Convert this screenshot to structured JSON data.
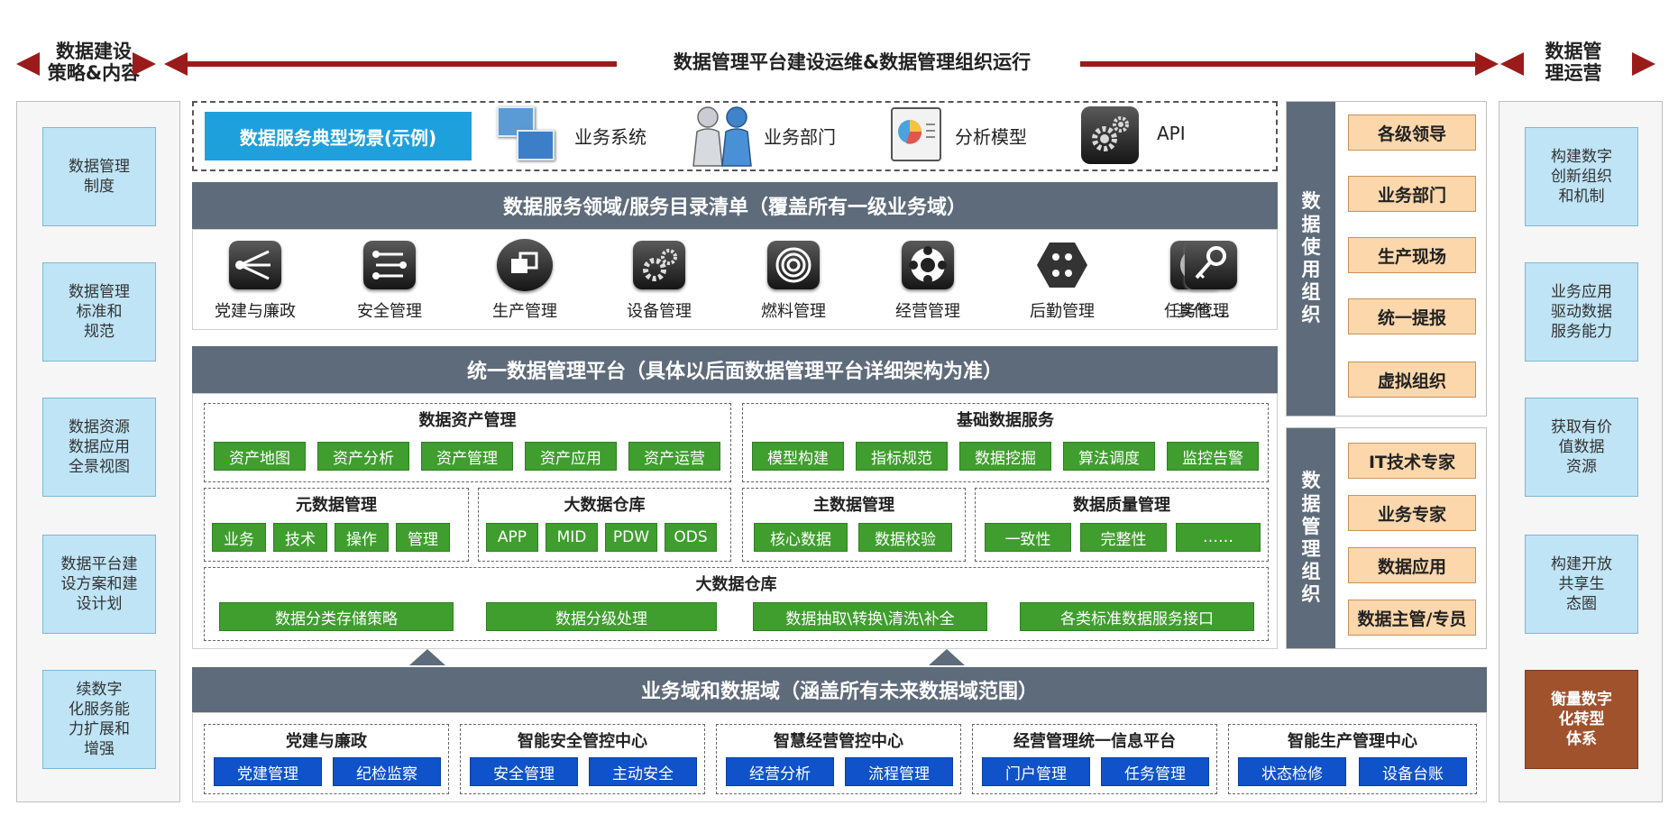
{
  "header": {
    "left_title": [
      "数据建设",
      "策略&内容"
    ],
    "center_title": "数据管理平台建设运维&数据管理组织运行",
    "right_title": [
      "数据管",
      "理运营"
    ]
  },
  "left_items": [
    [
      "数据管理",
      "制度"
    ],
    [
      "数据管理",
      "标准和",
      "规范"
    ],
    [
      "数据资源",
      "数据应用",
      "全景视图"
    ],
    [
      "数据平台建",
      "设方案和建",
      "设计划"
    ],
    [
      "续数字",
      "化服务能",
      "力扩展和",
      "增强"
    ]
  ],
  "scenarios": {
    "label": "数据服务典型场景(示例)",
    "items": [
      "业务系统",
      "业务部门",
      "分析模型",
      "API"
    ]
  },
  "services": {
    "title": "数据服务领域/服务目录清单（覆盖所有一级业务域）",
    "items": [
      "党建与廉政",
      "安全管理",
      "生产管理",
      "设备管理",
      "燃料管理",
      "经营管理",
      "后勤管理",
      "任务管理",
      "其他...."
    ]
  },
  "platform": {
    "title": "统一数据管理平台（具体以后面数据管理平台详细架构为准）",
    "asset": {
      "title": "数据资产管理",
      "items": [
        "资产地图",
        "资产分析",
        "资产管理",
        "资产应用",
        "资产运营"
      ]
    },
    "basic": {
      "title": "基础数据服务",
      "items": [
        "模型构建",
        "指标规范",
        "数据挖掘",
        "算法调度",
        "监控告警"
      ]
    },
    "meta": {
      "title": "元数据管理",
      "items": [
        "业务",
        "技术",
        "操作",
        "管理"
      ]
    },
    "bigdata": {
      "title": "大数据仓库",
      "items": [
        "APP",
        "MID",
        "PDW",
        "ODS"
      ]
    },
    "master": {
      "title": "主数据管理",
      "items": [
        "核心数据",
        "数据校验"
      ]
    },
    "quality": {
      "title": "数据质量管理",
      "items": [
        "一致性",
        "完整性",
        "……"
      ]
    },
    "warehouse": {
      "title": "大数据仓库",
      "items": [
        "数据分类存储策略",
        "数据分级处理",
        "数据抽取\\转换\\清洗\\补全",
        "各类标准数据服务接口"
      ]
    }
  },
  "domain": {
    "title": "业务域和数据域（涵盖所有未来数据域范围）",
    "groups": [
      {
        "title": "党建与廉政",
        "items": [
          "党建管理",
          "纪检监察"
        ]
      },
      {
        "title": "智能安全管控中心",
        "items": [
          "安全管理",
          "主动安全"
        ]
      },
      {
        "title": "智慧经营管控中心",
        "items": [
          "经营分析",
          "流程管理"
        ]
      },
      {
        "title": "经营管理统一信息平台",
        "items": [
          "门户管理",
          "任务管理"
        ]
      },
      {
        "title": "智能生产管理中心",
        "items": [
          "状态检修",
          "设备台账"
        ]
      }
    ]
  },
  "usage_org": {
    "title": [
      "数",
      "据",
      "使",
      "用",
      "组",
      "织"
    ],
    "items": [
      "各级领导",
      "业务部门",
      "生产现场",
      "统一提报",
      "虚拟组织"
    ]
  },
  "mgmt_org": {
    "title": [
      "数",
      "据",
      "管",
      "理",
      "组",
      "织"
    ],
    "items": [
      "IT技术专家",
      "业务专家",
      "数据应用",
      "数据主管/专员"
    ]
  },
  "right_items": [
    [
      "构建数字",
      "创新组织",
      "和机制"
    ],
    [
      "业务应用",
      "驱动数据",
      "服务能力"
    ],
    [
      "获取有价",
      "值数据",
      "资源"
    ],
    [
      "构建开放",
      "共享生",
      "态圈"
    ],
    [
      "衡量数字",
      "化转型",
      "体系"
    ]
  ],
  "colors": {
    "arrow": "#9b1b1b",
    "bar": "#5e6b7b",
    "green": "#3f9e2e",
    "blue": "#0f52c9",
    "side_box": "#bfe4f6",
    "orange": "#fbd7ab",
    "brown": "#a0522d",
    "scenario_label": "#1ea0dc"
  }
}
